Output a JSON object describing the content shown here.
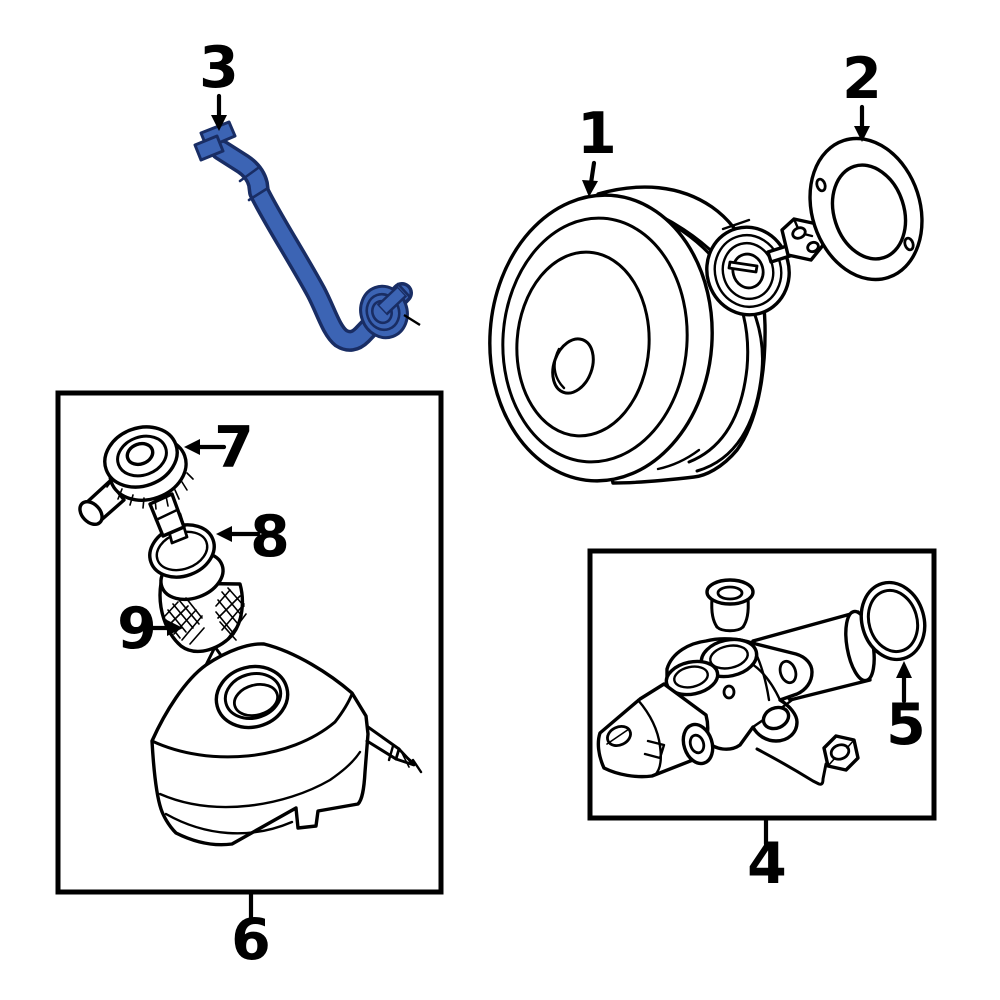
{
  "figure": {
    "background": "#ffffff",
    "ink": "#000000",
    "highlight_fill": "#3C64B4",
    "highlight_outline": "#192D64",
    "callouts": [
      {
        "label": "1",
        "part": "brake-booster"
      },
      {
        "label": "2",
        "part": "booster-gasket"
      },
      {
        "label": "3",
        "part": "vacuum-hose"
      },
      {
        "label": "4",
        "part": "master-cylinder"
      },
      {
        "label": "5",
        "part": "o-ring-seal"
      },
      {
        "label": "6",
        "part": "fluid-reservoir-assembly"
      },
      {
        "label": "7",
        "part": "reservoir-cap"
      },
      {
        "label": "8",
        "part": "reservoir-filter"
      },
      {
        "label": "9",
        "part": "strainer"
      }
    ]
  }
}
